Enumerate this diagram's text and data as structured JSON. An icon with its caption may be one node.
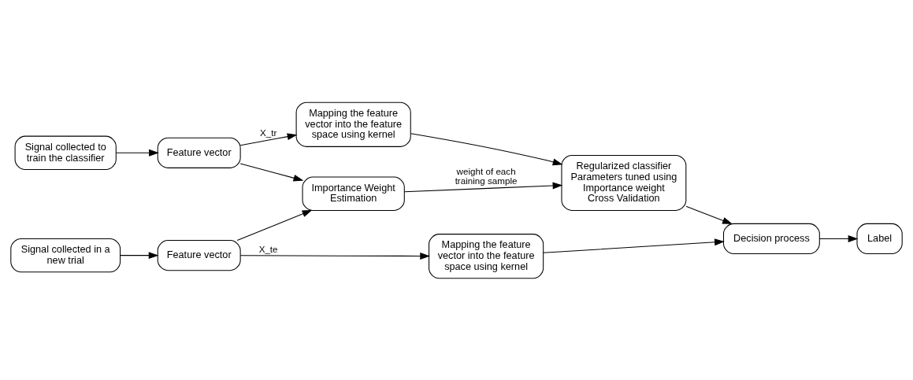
{
  "diagram": {
    "nodes": [
      {
        "text": [
          "Signal collected to train the classifier"
        ]
      },
      {
        "text": [
          "Feature vector"
        ]
      },
      {
        "text": [
          "Mapping the feature vector into the feature space using kernel"
        ]
      },
      {
        "text": [
          "Regularized classifier Parameters tuned using Importance weight Cross Validation"
        ]
      },
      {
        "text": [
          "Importance Weight Estimation"
        ]
      },
      {
        "text": [
          "Signal collected in a new trial"
        ]
      },
      {
        "text": [
          "Feature vector"
        ]
      },
      {
        "text": [
          "Mapping the feature vector into the feature space using kernel"
        ]
      },
      {
        "text": [
          "Decision process"
        ]
      },
      {
        "text": [
          "Label"
        ]
      }
    ],
    "edges": [
      {
        "from": 0,
        "to": 1,
        "arrow": "to"
      },
      {
        "from": 1,
        "to": 2,
        "arrow": "to",
        "label": "X_tr"
      },
      {
        "from": 1,
        "to": 4,
        "arrow": "to"
      },
      {
        "from": 2,
        "to": 3,
        "arrow": "to"
      },
      {
        "from": 4,
        "to": 3,
        "arrow": "to",
        "label": "weight of each training sample"
      },
      {
        "from": 5,
        "to": 6,
        "arrow": "to"
      },
      {
        "from": 6,
        "to": 4,
        "arrow": "to"
      },
      {
        "from": 6,
        "to": 7,
        "arrow": "to",
        "label": "X_te"
      },
      {
        "from": 7,
        "to": 8,
        "arrow": "to"
      },
      {
        "from": 3,
        "to": 8,
        "arrow": "to"
      },
      {
        "from": 8,
        "to": 9,
        "arrow": "to"
      }
    ]
  }
}
